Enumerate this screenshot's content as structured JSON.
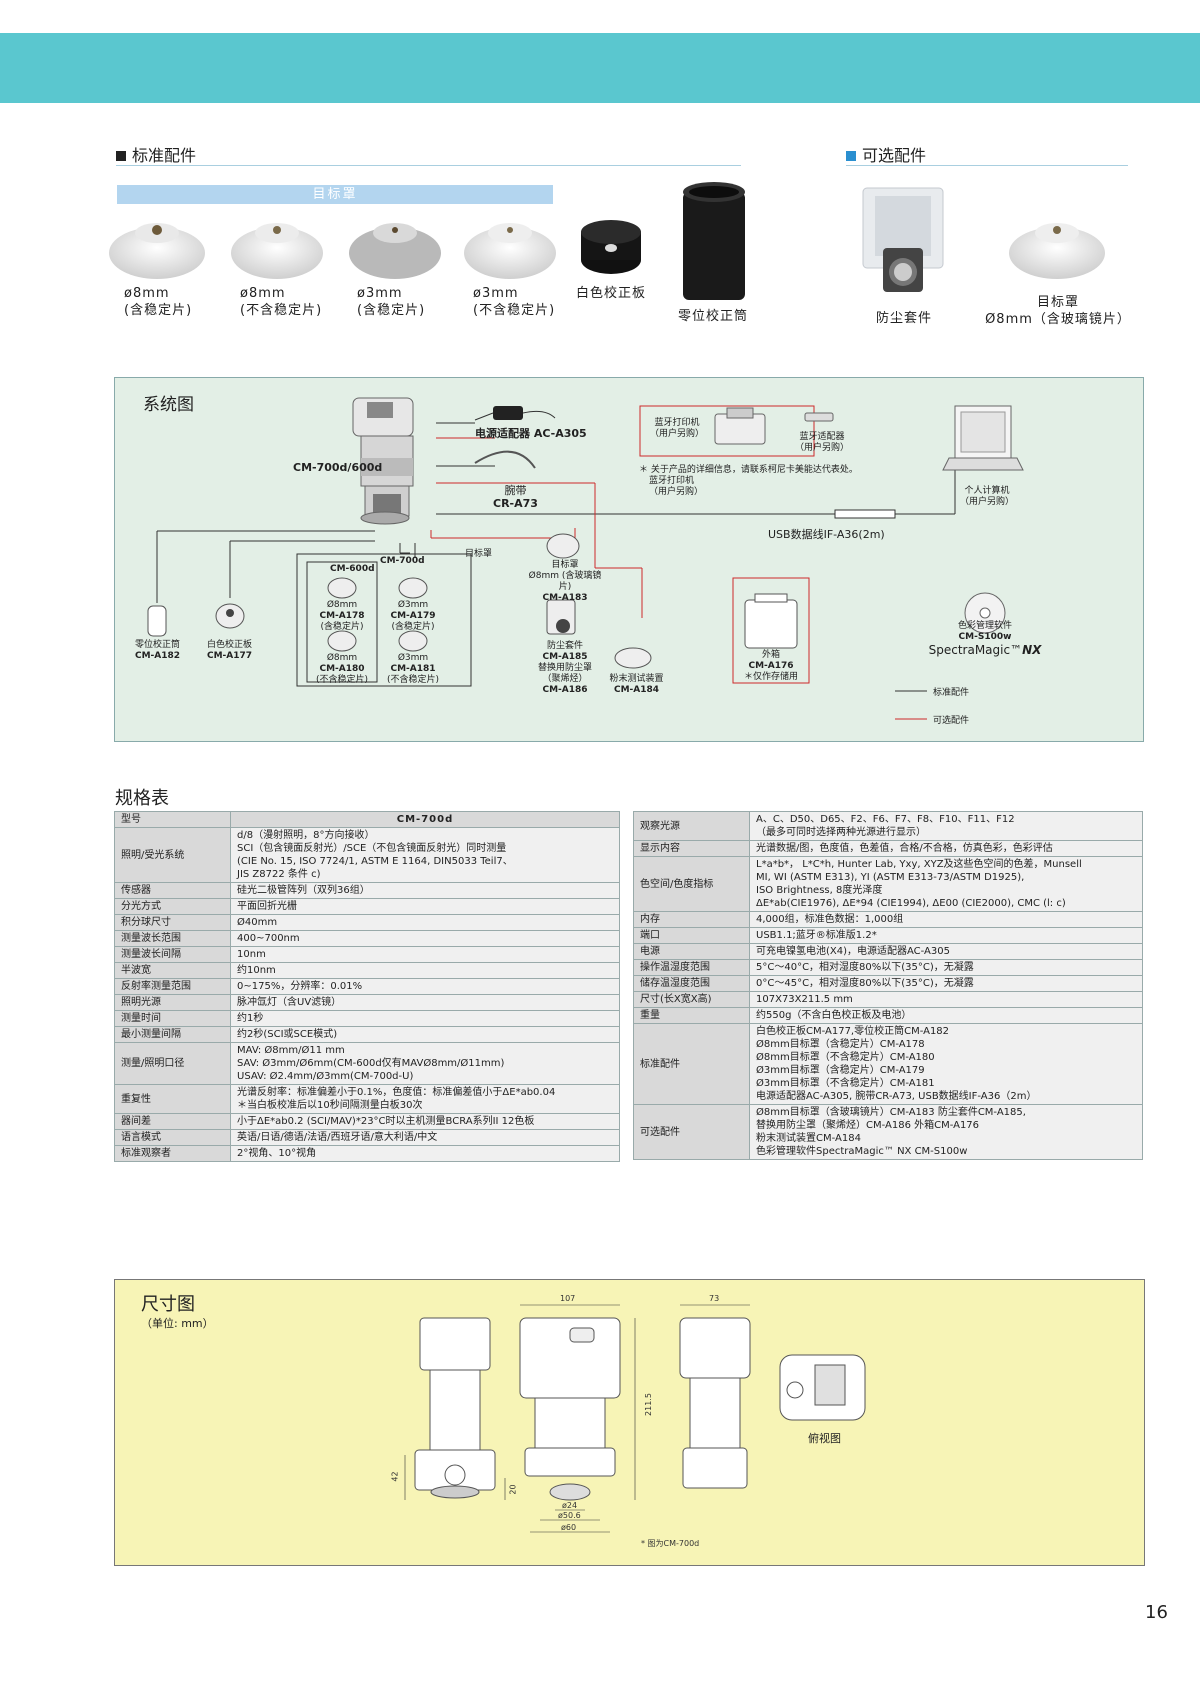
{
  "header": {
    "color": "#5ac7cf"
  },
  "standard_accessories": {
    "title": "标准配件",
    "target_mask_banner": "目标罩",
    "items": [
      {
        "line1": "ø8mm",
        "line2": "(含稳定片)"
      },
      {
        "line1": "ø8mm",
        "line2": "(不含稳定片)"
      },
      {
        "line1": "ø3mm",
        "line2": "(含稳定片)"
      },
      {
        "line1": "ø3mm",
        "line2": "(不含稳定片)"
      }
    ],
    "white_plate": "白色校正板",
    "zero_tube": "零位校正筒"
  },
  "optional_accessories": {
    "title": "可选配件",
    "dust_kit": "防尘套件",
    "target_mask_line1": "目标罩",
    "target_mask_line2": "Ø8mm（含玻璃镜片）"
  },
  "system_diagram": {
    "title": "系统图",
    "device": "CM-700d/600d",
    "ac_adapter": "电源适配器 AC-A305",
    "strap_line1": "腕带",
    "strap_line2": "CR-A73",
    "bt_printer_line1": "蓝牙打印机",
    "bt_printer_line2": "（用户另购）",
    "bt_adapter_line1": "蓝牙适配器",
    "bt_adapter_line2": "（用户另购）",
    "note_line1": "＊ 关于产品的详细信息，请联系柯尼卡美能达代表处。",
    "note_line2": "蓝牙打印机",
    "note_line3": "（用户另购）",
    "pc_line1": "个人计算机",
    "pc_line2": "（用户另购）",
    "usb_cable": "USB数据线IF-A36(2m)",
    "target_mask_label": "目标罩",
    "cm700d": "CM-700d",
    "cm600d": "CM-600d",
    "masks": [
      {
        "size": "Ø8mm",
        "model": "CM-A178",
        "note": "(含稳定片)"
      },
      {
        "size": "Ø3mm",
        "model": "CM-A179",
        "note": "(含稳定片)"
      },
      {
        "size": "Ø8mm",
        "model": "CM-A180",
        "note": "(不含稳定片)"
      },
      {
        "size": "Ø3mm",
        "model": "CM-A181",
        "note": "(不含稳定片)"
      }
    ],
    "zero_tube_line1": "零位校正筒",
    "zero_tube_line2": "CM-A182",
    "white_plate_line1": "白色校正板",
    "white_plate_line2": "CM-A177",
    "opt_mask_line1": "目标罩",
    "opt_mask_line2": "Ø8mm (含玻璃镜片)",
    "opt_mask_line3": "CM-A183",
    "dust_line1": "防尘套件",
    "dust_line2": "CM-A185",
    "dust_line3": "替换用防尘罩",
    "dust_line4": "（聚烯烃）",
    "dust_line5": "CM-A186",
    "powder_line1": "粉末测试装置",
    "powder_line2": "CM-A184",
    "case_line1": "外箱",
    "case_line2": "CM-A176",
    "case_line3": "＊仅作存储用",
    "software_line1": "色彩管理软件",
    "software_line2": "CM-S100w",
    "software_brand": "SpectraMagic™",
    "software_brand_suffix": "NX",
    "legend_standard": "标准配件",
    "legend_optional": "可选配件",
    "std_line_color": "#333333",
    "opt_line_color": "#cc2a2a"
  },
  "spec_table": {
    "title": "规格表",
    "left": [
      {
        "k": "型号",
        "v": "CM-700d"
      },
      {
        "k": "照明/受光系统",
        "v": "d/8（漫射照明，8°方向接收）",
        "v2": "SCI（包含镜面反射光）/SCE（不包含镜面反射光）同时测量",
        "v3": "(CIE No. 15, ISO 7724/1, ASTM E 1164, DIN5033 Teil7、",
        "v4": "JIS Z8722 条件 c)"
      },
      {
        "k": "传感器",
        "v": "硅光二极管阵列（双列36组）"
      },
      {
        "k": "分光方式",
        "v": "平面回折光栅"
      },
      {
        "k": "积分球尺寸",
        "v": "Ø40mm"
      },
      {
        "k": "测量波长范围",
        "v": "400~700nm"
      },
      {
        "k": "测量波长间隔",
        "v": "10nm"
      },
      {
        "k": "半波宽",
        "v": "约10nm"
      },
      {
        "k": "反射率测量范围",
        "v": "0~175%，分辨率：0.01%"
      },
      {
        "k": "照明光源",
        "v": "脉冲氙灯（含UV滤镜）"
      },
      {
        "k": "测量时间",
        "v": "约1秒"
      },
      {
        "k": "最小测量间隔",
        "v": "约2秒(SCI或SCE模式)"
      },
      {
        "k": "测量/照明口径",
        "v": "MAV: Ø8mm/Ø11 mm",
        "v2": "SAV: Ø3mm/Ø6mm(CM-600d仅有MAVØ8mm/Ø11mm)",
        "v3": "USAV: Ø2.4mm/Ø3mm(CM-700d-U)"
      },
      {
        "k": "重复性",
        "v": "光谱反射率：标准偏差小于0.1%，色度值：标准偏差值小于ΔE*ab0.04",
        "v2": "＊当白板校准后以10秒间隔测量白板30次"
      },
      {
        "k": "器间差",
        "v": "小于ΔE*ab0.2 (SCI/MAV)*23°C时以主机测量BCRA系列II  12色板"
      },
      {
        "k": "语言模式",
        "v": "英语/日语/德语/法语/西班牙语/意大利语/中文"
      },
      {
        "k": "标准观察者",
        "v": "2°视角、10°视角"
      }
    ],
    "right": [
      {
        "k": "观察光源",
        "v": "A、C、D50、D65、F2、F6、F7、F8、F10、F11、F12",
        "v2": "（最多可同时选择两种光源进行显示）"
      },
      {
        "k": "显示内容",
        "v": "光谱数据/图，色度值，色差值，合格/不合格，仿真色彩，色彩评估"
      },
      {
        "k": "色空间/色度指标",
        "v": "L*a*b*， L*C*h, Hunter Lab, Yxy, XYZ及这些色空间的色差，Munsell",
        "v2": "MI, WI (ASTM E313), YI (ASTM E313-73/ASTM D1925),",
        "v3": "ISO Brightness, 8度光泽度",
        "v4": "ΔE*ab(CIE1976), ΔE*94 (CIE1994), ΔE00 (CIE2000), CMC (l: c)"
      },
      {
        "k": "内存",
        "v": "4,000组，标准色数据：1,000组"
      },
      {
        "k": "端口",
        "v": "USB1.1;蓝牙®标准版1.2*"
      },
      {
        "k": "电源",
        "v": "可充电镍氢电池(X4)，电源适配器AC-A305"
      },
      {
        "k": "操作温湿度范围",
        "v": "5°C～40°C，相对湿度80%以下(35°C)，无凝露"
      },
      {
        "k": "储存温湿度范围",
        "v": "0°C～45°C，相对湿度80%以下(35°C)，无凝露"
      },
      {
        "k": "尺寸(长X宽X高)",
        "v": "107X73X211.5 mm"
      },
      {
        "k": "重量",
        "v": "约550g（不含白色校正板及电池）"
      },
      {
        "k": "标准配件",
        "v": "白色校正板CM-A177,零位校正筒CM-A182",
        "v2": "Ø8mm目标罩（含稳定片）CM-A178",
        "v3": "Ø8mm目标罩（不含稳定片）CM-A180",
        "v4": "Ø3mm目标罩（含稳定片）CM-A179",
        "v5": "Ø3mm目标罩（不含稳定片）CM-A181",
        "v6": "电源适配器AC-A305, 腕带CR-A73, USB数据线IF-A36（2m）"
      },
      {
        "k": "可选配件",
        "v": "Ø8mm目标罩（含玻璃镜片）CM-A183    防尘套件CM-A185,",
        "v2": "替换用防尘罩（聚烯烃）CM-A186        外箱CM-A176",
        "v3": "粉末测试装置CM-A184",
        "v4": "色彩管理软件SpectraMagic™ NX CM-S100w"
      }
    ]
  },
  "dimensions": {
    "title": "尺寸图",
    "unit": "（单位: mm）",
    "w107": "107",
    "w73": "73",
    "h2115": "211.5",
    "h42": "42",
    "h20": "20",
    "d24": "ø24",
    "d506": "ø50.6",
    "d60": "ø60",
    "top_view": "俯视图",
    "note": "* 图为CM-700d"
  },
  "page_number": "16"
}
